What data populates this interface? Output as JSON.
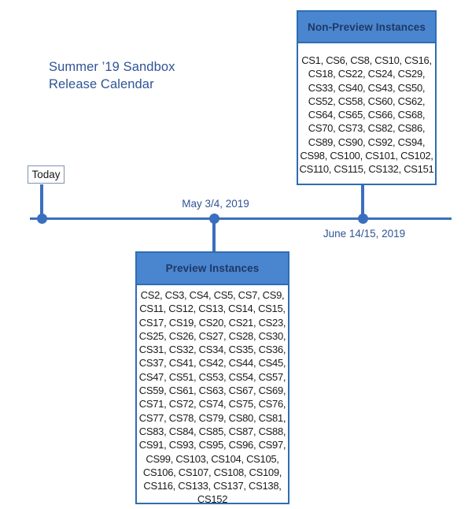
{
  "colors": {
    "header_fill_blue": "#4a86d0",
    "timeline_blue": "#3a6fbe",
    "box_border_blue": "#2e6db2",
    "header_text_navy": "#1f3864",
    "title_text_blue": "#2f5496",
    "body_text": "#1a1a1a"
  },
  "title": {
    "line1": "Summer ’19 Sandbox",
    "line2": "Release Calendar"
  },
  "timeline": {
    "today_label": "Today",
    "may_event": {
      "label": "May 3/4, 2019"
    },
    "june_event": {
      "label": "June 14/15, 2019"
    }
  },
  "boxes": {
    "non_preview": {
      "header": "Non-Preview Instances",
      "lines": [
        "CS1, CS6, CS8, CS10, CS16,",
        "CS18, CS22, CS24, CS29,",
        "CS33, CS40, CS43, CS50,",
        "CS52, CS58, CS60, CS62,",
        "CS64, CS65, CS66, CS68,",
        "CS70, CS73, CS82, CS86,",
        "CS89, CS90, CS92, CS94,",
        "CS98, CS100, CS101, CS102,",
        "CS110, CS115, CS132, CS151"
      ]
    },
    "preview": {
      "header": "Preview Instances",
      "lines": [
        "CS2, CS3, CS4, CS5, CS7, CS9,",
        "CS11, CS12, CS13, CS14, CS15,",
        "CS17, CS19, CS20, CS21, CS23,",
        "CS25, CS26, CS27, CS28, CS30,",
        "CS31, CS32, CS34, CS35, CS36,",
        "CS37, CS41, CS42, CS44, CS45,",
        "CS47, CS51, CS53, CS54, CS57,",
        "CS59, CS61, CS63, CS67, CS69,",
        "CS71, CS72, CS74, CS75, CS76,",
        "CS77, CS78, CS79, CS80, CS81,",
        "CS83, CS84, CS85, CS87, CS88,",
        "CS91, CS93, CS95, CS96, CS97,",
        "CS99, CS103, CS104, CS105,",
        "CS106, CS107, CS108, CS109,",
        "CS116, CS133, CS137, CS138,",
        "CS152"
      ]
    }
  }
}
